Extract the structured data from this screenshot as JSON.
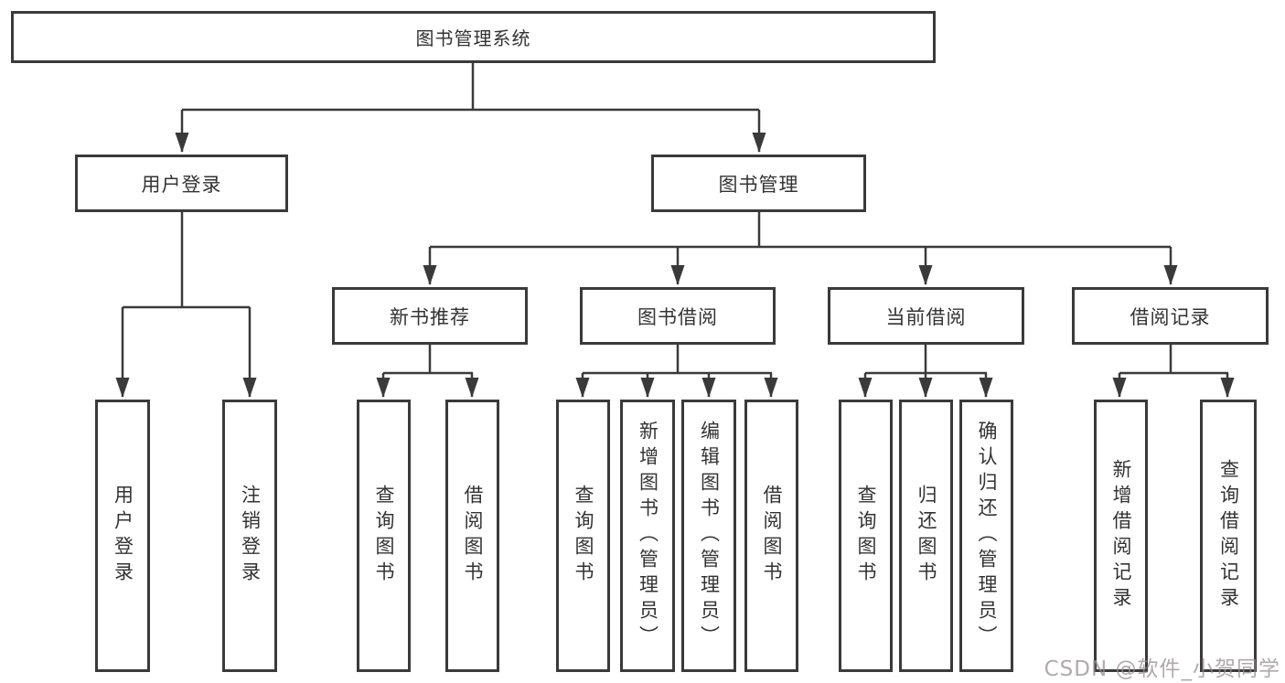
{
  "diagram": {
    "type": "hierarchy-tree",
    "tree": {
      "label": "图书管理系统",
      "children": [
        {
          "label": "用户登录",
          "children": [
            {
              "label": "用户登录"
            },
            {
              "label": "注销登录"
            }
          ]
        },
        {
          "label": "图书管理",
          "children": [
            {
              "label": "新书推荐",
              "children": [
                {
                  "label": "查询图书"
                },
                {
                  "label": "借阅图书"
                }
              ]
            },
            {
              "label": "图书借阅",
              "children": [
                {
                  "label": "查询图书"
                },
                {
                  "label": "新增图书（管理员）"
                },
                {
                  "label": "编辑图书（管理员）"
                },
                {
                  "label": "借阅图书"
                }
              ]
            },
            {
              "label": "当前借阅",
              "children": [
                {
                  "label": "查询图书"
                },
                {
                  "label": "归还图书"
                },
                {
                  "label": "确认归还（管理员）"
                }
              ]
            },
            {
              "label": "借阅记录",
              "children": [
                {
                  "label": "新增借阅记录"
                },
                {
                  "label": "查询借阅记录"
                }
              ]
            }
          ]
        }
      ]
    }
  },
  "watermark": {
    "text": "CSDN @软件_小贺同学"
  },
  "colors": {
    "line": "#3a3a3a",
    "box_border": "#3a3a3a",
    "box_background": "#ffffff",
    "text": "#333333",
    "watermark": "#968c91"
  }
}
